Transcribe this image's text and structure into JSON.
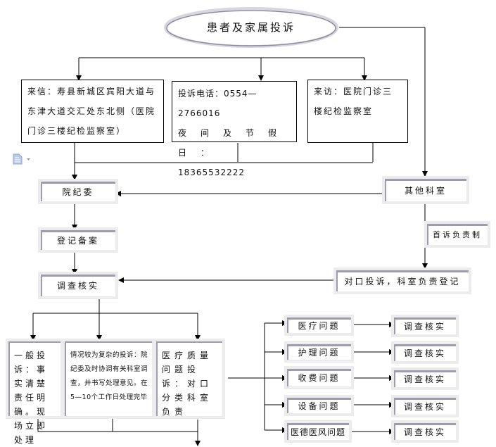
{
  "title": "患者及家属投诉",
  "channels": [
    {
      "id": "letter",
      "text": "来信：寿县新城区宾阳大道与东津大道交汇处东北侧（医院门诊三楼纪检监察室）"
    },
    {
      "id": "phone",
      "line1": "投诉电话：0554—2766016",
      "line2": "夜间及节假日：",
      "line3": "18365532222"
    },
    {
      "id": "visit",
      "text": "来访：医院门诊三楼纪检监察室"
    }
  ],
  "main_flow": {
    "committee": "院纪委",
    "register": "登记备案",
    "investigate": "调查核实"
  },
  "other_dept": {
    "dept": "其他科室",
    "first_responsibility": "首诉负责制",
    "dept_register": "对口投诉，科室负责登记"
  },
  "complaint_types": [
    {
      "id": "general",
      "text": "一般投诉：事实清楚责任明确。现场立即处理"
    },
    {
      "id": "complex",
      "text": "情况较为复杂的投诉：院纪委及时协调有关科室调查，并书写处理意见。在5—10个工作日处理完毕"
    },
    {
      "id": "quality",
      "text": "医疗质量问题投诉：对口分类科室负责"
    }
  ],
  "issue_categories": [
    {
      "label": "医疗问题",
      "action": "调查核实"
    },
    {
      "label": "护理问题",
      "action": "调查核实"
    },
    {
      "label": "收费问题",
      "action": "调查核实"
    },
    {
      "label": "设备问题",
      "action": "调查核实"
    },
    {
      "label": "医德医风问题",
      "action": "调查核实"
    }
  ],
  "icons": {
    "paste_options": "document-icon"
  }
}
